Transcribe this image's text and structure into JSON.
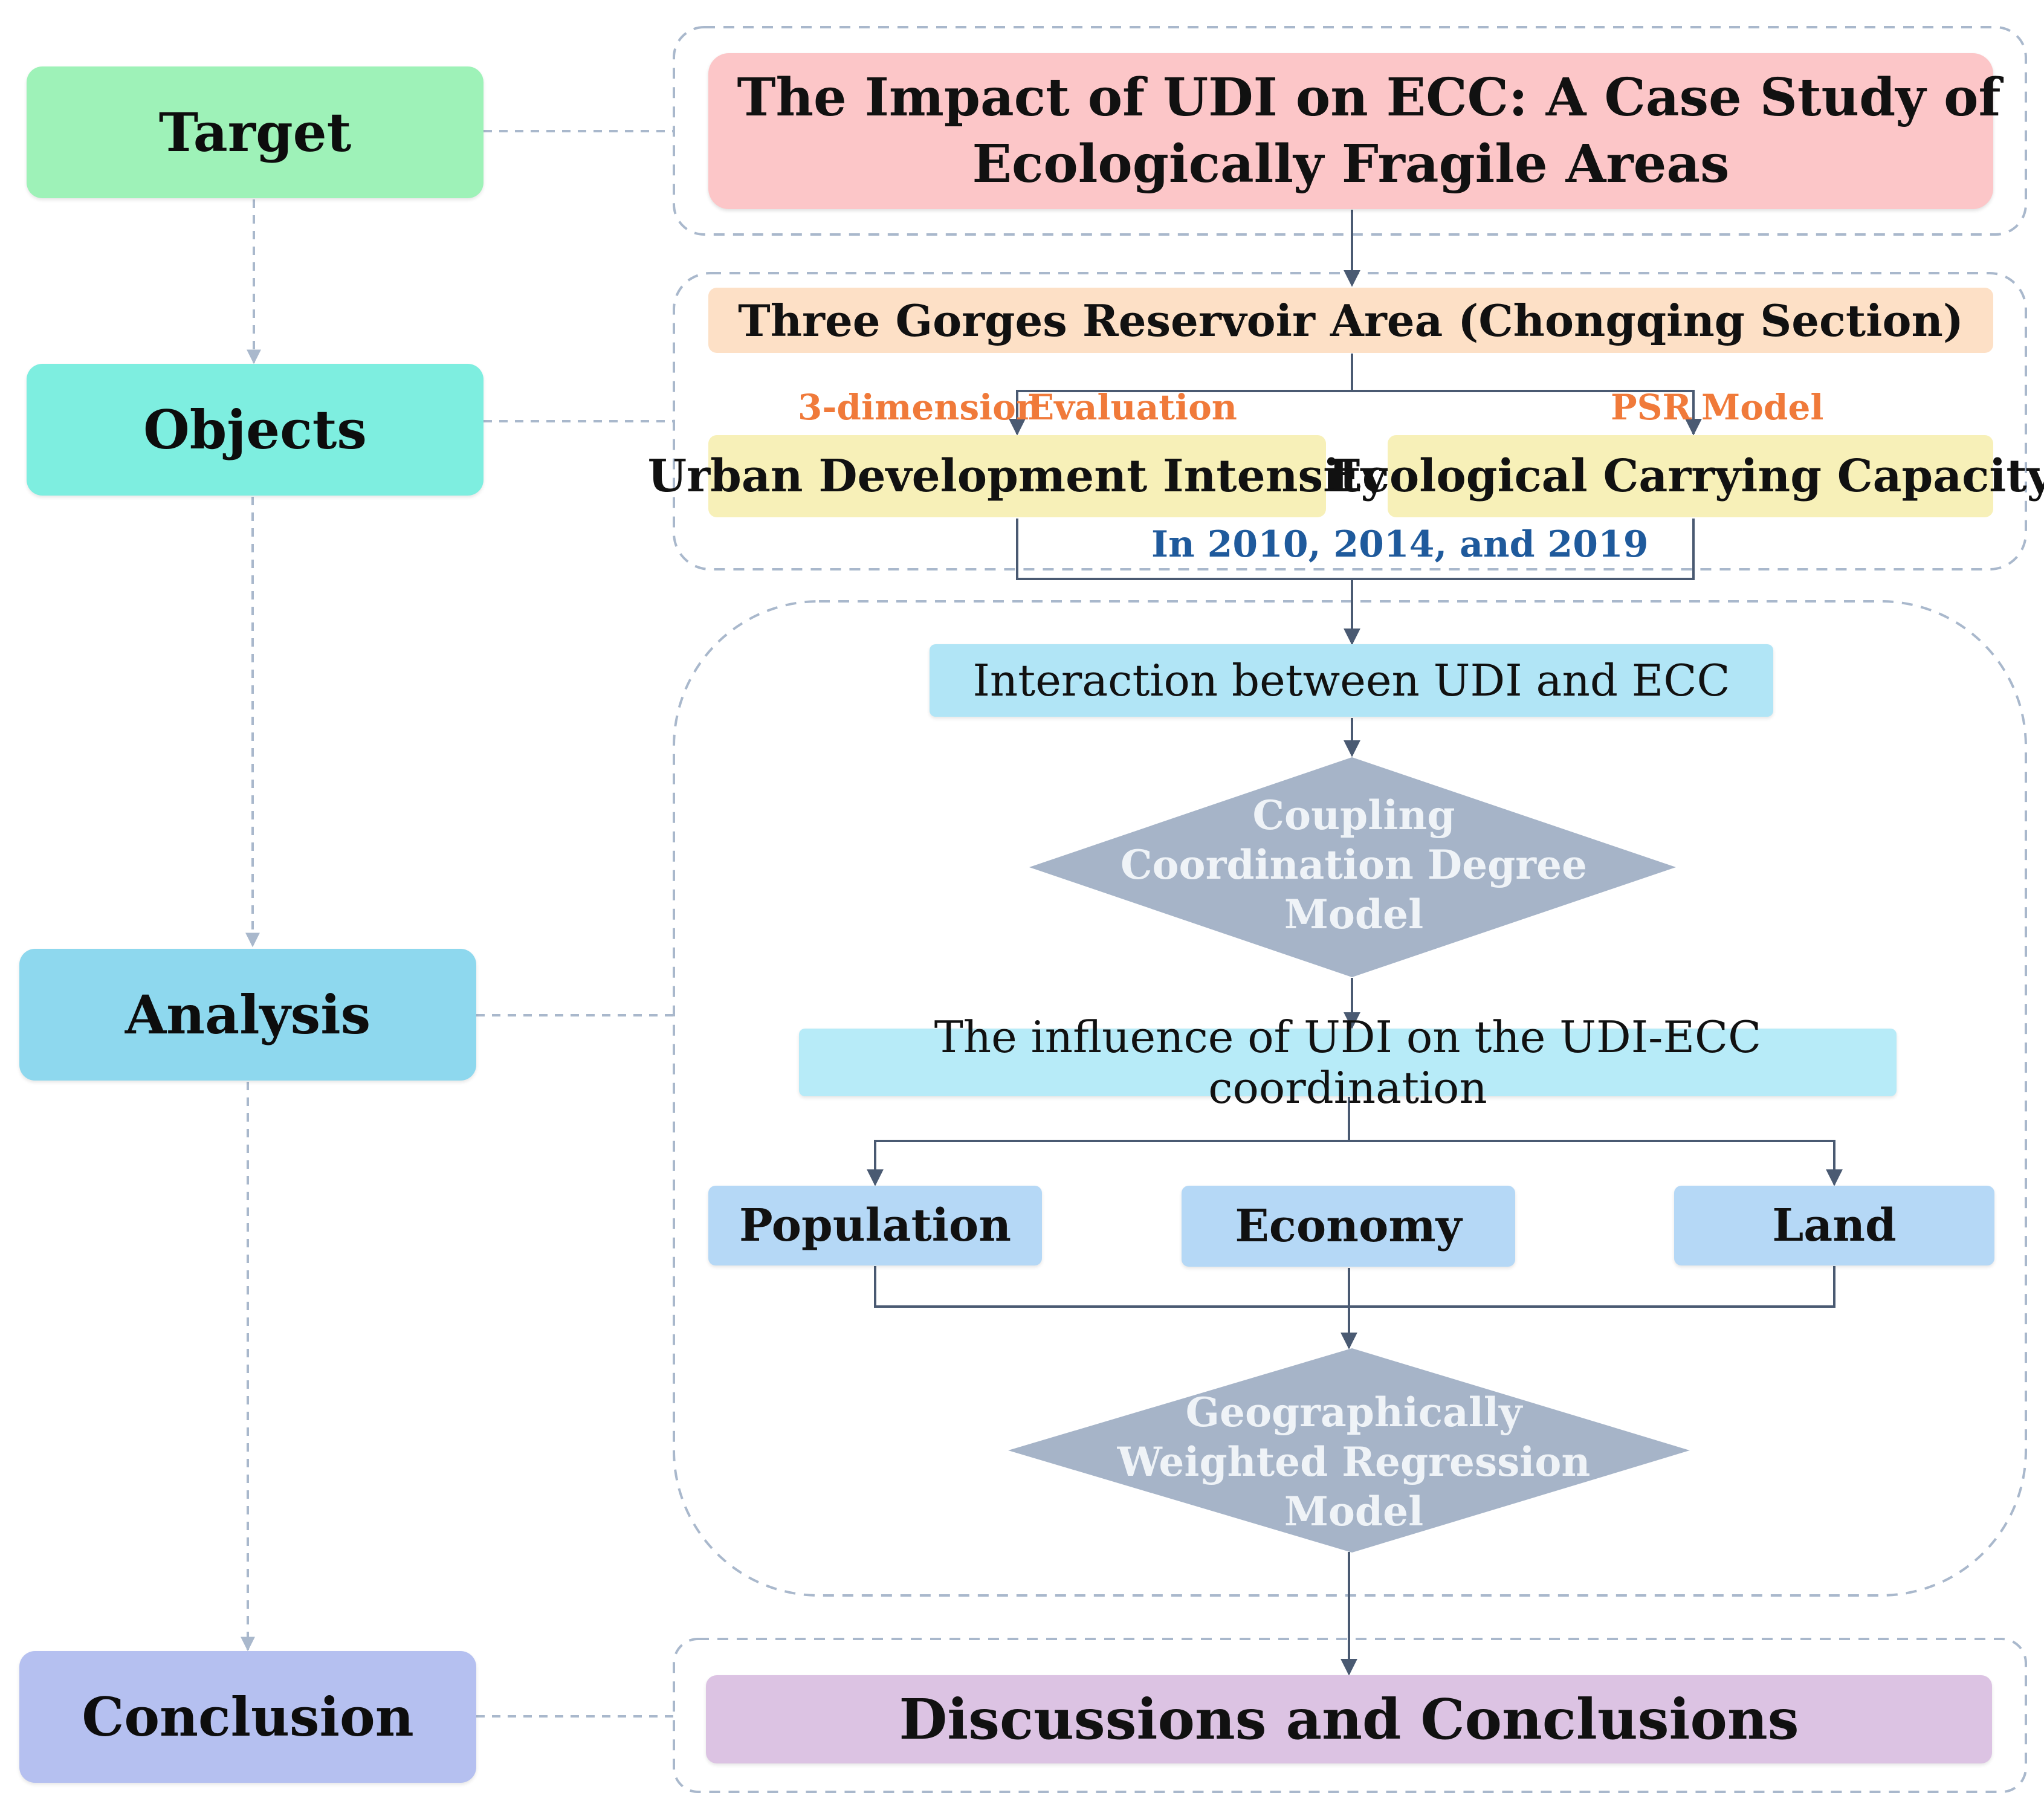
{
  "stages": {
    "target": "Target",
    "objects": "Objects",
    "analysis": "Analysis",
    "conclusion": "Conclusion"
  },
  "title": {
    "line1": "The Impact of UDI on ECC: A Case Study of",
    "line2": "Ecologically Fragile Areas"
  },
  "objects": {
    "study_area": "Three Gorges Reservoir Area (Chongqing Section)",
    "left_method_a": "3-dimension",
    "left_method_b": "Evaluation",
    "right_method_a": "PSR",
    "right_method_b": "Model",
    "udi": "Urban Development Intensity",
    "ecc": "Ecological Carrying Capacity",
    "years": "In  2010, 2014, and  2019"
  },
  "analysis": {
    "interaction": "Interaction between UDI and ECC",
    "ccd_line1": "Coupling",
    "ccd_line2": "Coordination Degree",
    "ccd_line3": "Model",
    "influence": "The influence of UDI on the  UDI-ECC coordination",
    "factors": [
      "Population",
      "Economy",
      "Land"
    ],
    "gwr_line1": "Geographically",
    "gwr_line2": "Weighted Regression",
    "gwr_line3": "Model"
  },
  "conclusion": {
    "label": "Discussions and Conclusions"
  },
  "colors": {
    "target": "#9ef2b8",
    "objects": "#7eeee0",
    "analysis": "#8ed8ee",
    "conclusion": "#b5c0f0",
    "diamond": "#a6b4c8",
    "connector": "#4a5a72",
    "dashed": "#a9b8cc"
  }
}
